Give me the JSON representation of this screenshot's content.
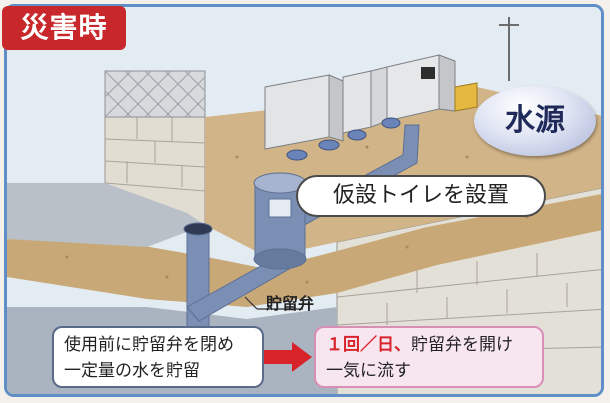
{
  "badge": {
    "label": "災害時",
    "color": "#c8282b"
  },
  "water_source": {
    "label": "水源"
  },
  "toilet_callout": {
    "label": "仮設トイレを設置"
  },
  "valve_label": "貯留弁",
  "step_before": {
    "line1": "使用前に貯留弁を閉め",
    "line2": "一定量の水を貯留"
  },
  "step_daily": {
    "highlight": "１回／日、",
    "rest": "貯留弁を開け",
    "line2": "一気に流す",
    "highlight_color": "#d8232a"
  },
  "colors": {
    "frame": "#5f8fc6",
    "pipe": "#6a7fa4",
    "soil": "#c9a877",
    "arrow": "#d8232a"
  }
}
